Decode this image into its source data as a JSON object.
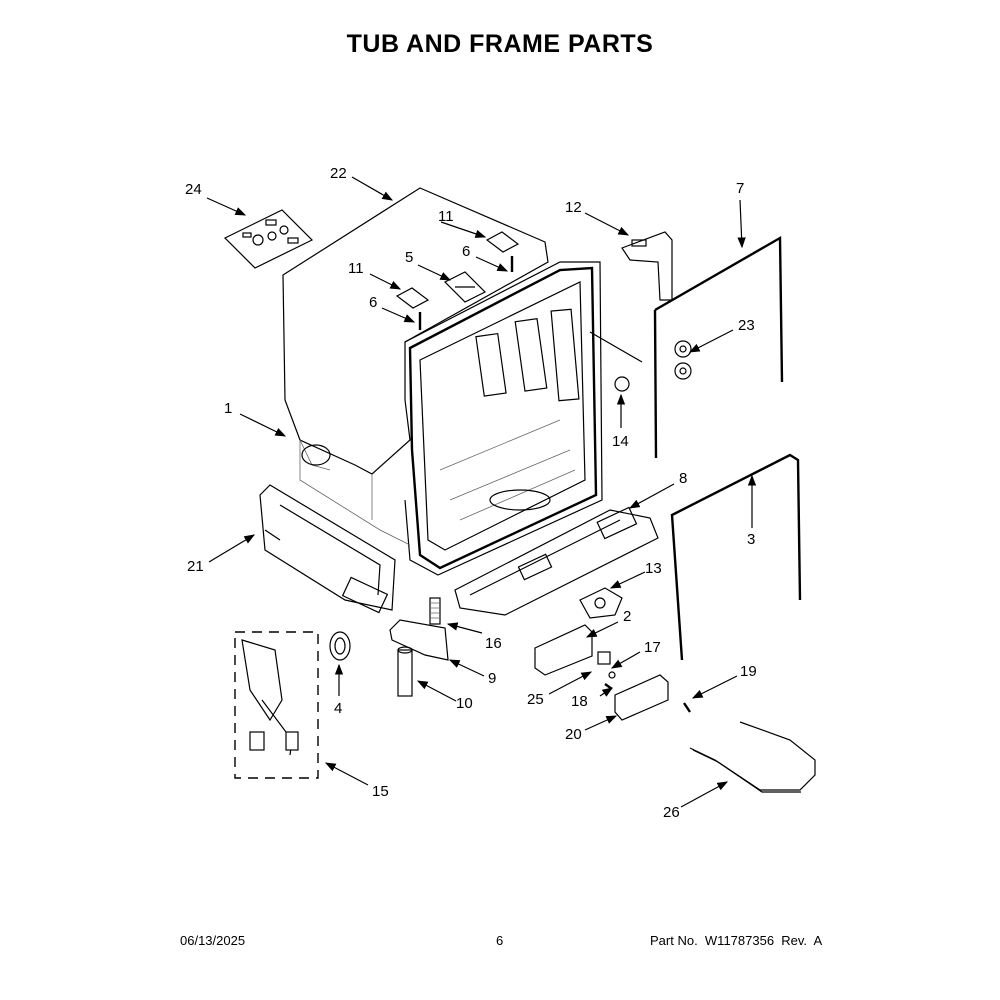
{
  "title": "TUB AND FRAME PARTS",
  "footer": {
    "date": "06/13/2025",
    "page": "6",
    "part": "Part No.  W11787356  Rev.  A"
  },
  "callouts": {
    "c1": "1",
    "c2": "2",
    "c3": "3",
    "c4": "4",
    "c5": "5",
    "c6a": "6",
    "c6b": "6",
    "c7": "7",
    "c8": "8",
    "c9": "9",
    "c10": "10",
    "c11a": "11",
    "c11b": "11",
    "c12": "12",
    "c13": "13",
    "c14": "14",
    "c15": "15",
    "c16": "16",
    "c17": "17",
    "c18": "18",
    "c19": "19",
    "c20": "20",
    "c21": "21",
    "c22": "22",
    "c23": "23",
    "c24": "24",
    "c25": "25",
    "c26": "26"
  }
}
